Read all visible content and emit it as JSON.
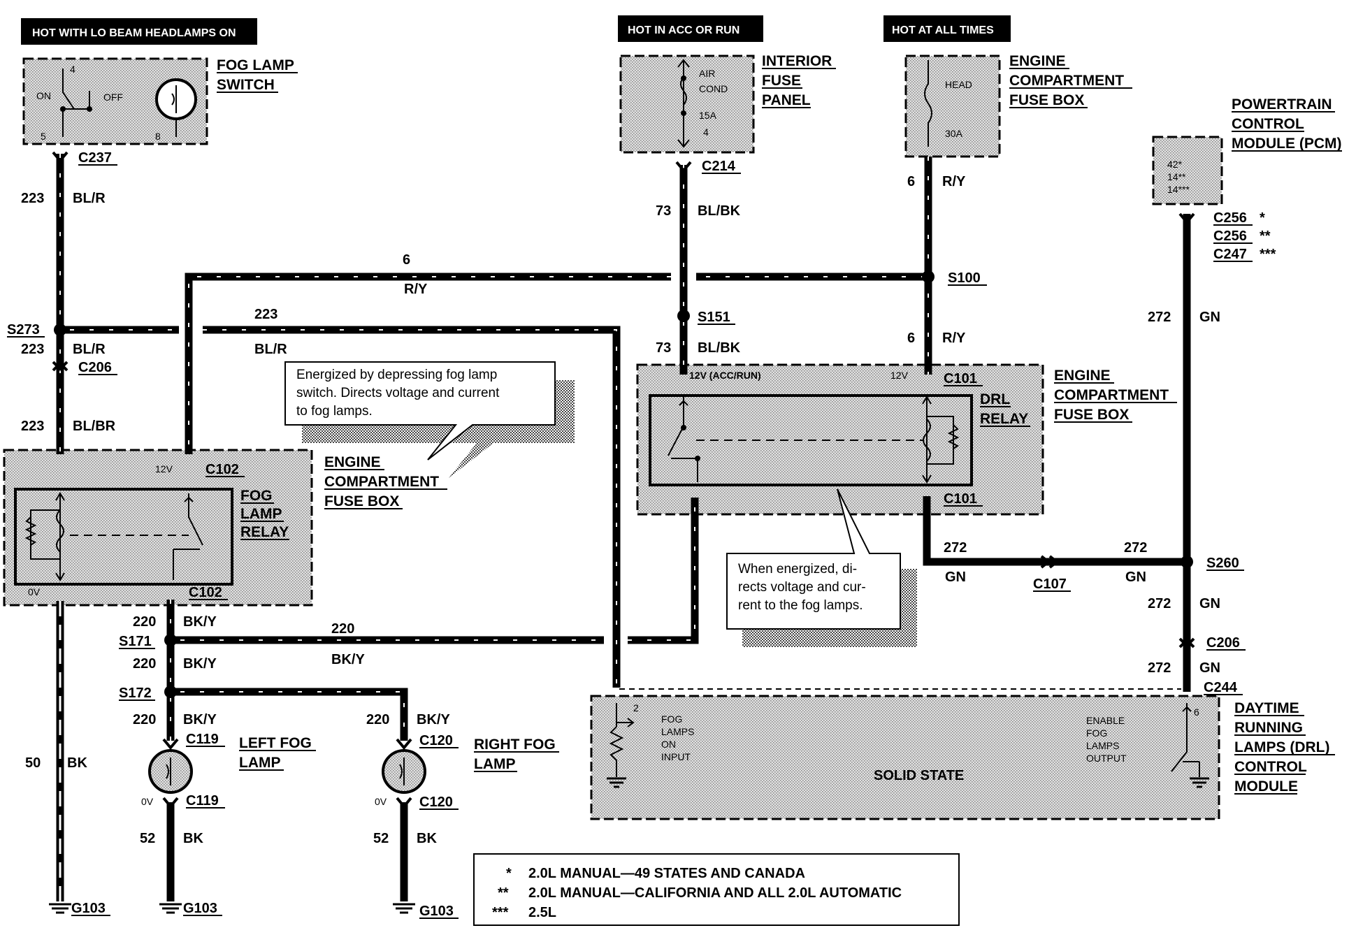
{
  "headers": {
    "lo_beam": "HOT WITH LO BEAM HEADLAMPS ON",
    "acc_run": "HOT IN ACC OR RUN",
    "all_times": "HOT AT ALL TIMES"
  },
  "fog_switch": {
    "title1": "FOG LAMP",
    "title2": "SWITCH",
    "on": "ON",
    "off": "OFF",
    "pin4": "4",
    "pin5": "5",
    "pin8": "8"
  },
  "interior_fuse": {
    "title1": "INTERIOR",
    "title2": "FUSE",
    "title3": "PANEL",
    "fuse1": "AIR",
    "fuse2": "COND",
    "fuse3": "15A",
    "fuse4": "4"
  },
  "ecfb_top": {
    "title1": "ENGINE",
    "title2": "COMPARTMENT",
    "title3": "FUSE BOX",
    "fuse1": "HEAD",
    "fuse2": "30A"
  },
  "pcm": {
    "title1": "POWERTRAIN",
    "title2": "CONTROL",
    "title3": "MODULE (PCM)",
    "pin1": "42*",
    "pin2": "14**",
    "pin3": "14***"
  },
  "connectors": {
    "c237": "C237",
    "c214": "C214",
    "s100": "S100",
    "s151": "S151",
    "s273": "S273",
    "c206": "C206",
    "c102": "C102",
    "c101": "C101",
    "c107": "C107",
    "s260": "S260",
    "s171": "S171",
    "s172": "S172",
    "c119": "C119",
    "c120": "C120",
    "g103": "G103",
    "c244": "C244",
    "c256": "C256",
    "c247": "C247"
  },
  "stars": {
    "s1": "*",
    "s2": "**",
    "s3": "***"
  },
  "wires": {
    "n223": "223",
    "blr": "BL/R",
    "blbr": "BL/BR",
    "n73": "73",
    "blbk": "BL/BK",
    "n6": "6",
    "ry": "R/Y",
    "n272": "272",
    "gn": "GN",
    "n220": "220",
    "bky": "BK/Y",
    "n50": "50",
    "bk": "BK",
    "n52": "52"
  },
  "fog_relay": {
    "title1": "FOG",
    "title2": "LAMP",
    "title3": "RELAY",
    "v12": "12V",
    "v0": "0V"
  },
  "ecfb_left": {
    "title1": "ENGINE",
    "title2": "COMPARTMENT",
    "title3": "FUSE BOX"
  },
  "drl_relay": {
    "title1": "DRL",
    "title2": "RELAY",
    "v12acc": "12V (ACC/RUN)",
    "v12": "12V"
  },
  "ecfb_right": {
    "title1": "ENGINE",
    "title2": "COMPARTMENT",
    "title3": "FUSE BOX"
  },
  "callout1": {
    "line1": "Energized by depressing fog lamp",
    "line2": "switch. Directs voltage and current",
    "line3": "to fog lamps."
  },
  "callout2": {
    "line1": "When energized, di-",
    "line2": "rects voltage and cur-",
    "line3": "rent to the fog lamps."
  },
  "lamps": {
    "left1": "LEFT FOG",
    "left2": "LAMP",
    "right1": "RIGHT FOG",
    "right2": "LAMP",
    "v0": "0V"
  },
  "drl_module": {
    "title1": "DAYTIME",
    "title2": "RUNNING",
    "title3": "LAMPS (DRL)",
    "title4": "CONTROL",
    "title5": "MODULE",
    "pin2": "2",
    "pin6": "6",
    "in1": "FOG",
    "in2": "LAMPS",
    "in3": "ON",
    "in4": "INPUT",
    "out1": "ENABLE",
    "out2": "FOG",
    "out3": "LAMPS",
    "out4": "OUTPUT",
    "solid": "SOLID STATE"
  },
  "legend": {
    "star1": "*",
    "text1": "2.0L MANUAL—49 STATES AND CANADA",
    "star2": "**",
    "text2": "2.0L MANUAL—CALIFORNIA AND ALL 2.0L AUTOMATIC",
    "star3": "***",
    "text3": "2.5L"
  }
}
